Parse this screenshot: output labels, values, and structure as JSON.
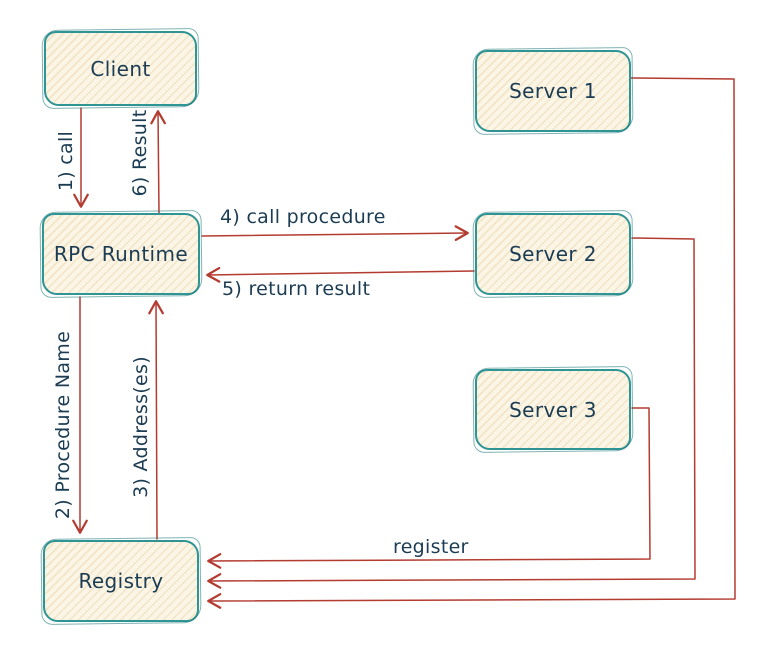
{
  "diagram": {
    "type": "flow-diagram",
    "topic": "RPC call flow between Client, RPC Runtime, Registry and Servers",
    "colors": {
      "background": "#ffffff",
      "node_border": "#2e9494",
      "node_fill": "#fbf5e6",
      "arrow": "#b33b30",
      "label_text": "#1b3c53"
    },
    "nodes": [
      {
        "id": "client",
        "label": "Client"
      },
      {
        "id": "rpc-runtime",
        "label": "RPC Runtime"
      },
      {
        "id": "registry",
        "label": "Registry"
      },
      {
        "id": "server-1",
        "label": "Server 1"
      },
      {
        "id": "server-2",
        "label": "Server 2"
      },
      {
        "id": "server-3",
        "label": "Server 3"
      }
    ],
    "edge_labels": [
      {
        "id": "call",
        "label": "1) call",
        "from": "Client",
        "to": "RPC Runtime"
      },
      {
        "id": "procedure-name",
        "label": "2) Procedure Name",
        "from": "RPC Runtime",
        "to": "Registry"
      },
      {
        "id": "addresses",
        "label": "3) Address(es)",
        "from": "Registry",
        "to": "RPC Runtime"
      },
      {
        "id": "call-procedure",
        "label": "4) call procedure",
        "from": "RPC Runtime",
        "to": "Server 2"
      },
      {
        "id": "return-result",
        "label": "5) return result",
        "from": "Server 2",
        "to": "RPC Runtime"
      },
      {
        "id": "result",
        "label": "6) Result",
        "from": "RPC Runtime",
        "to": "Client"
      },
      {
        "id": "register",
        "label": "register",
        "from": "Server 1 / Server 2 / Server 3",
        "to": "Registry"
      }
    ]
  }
}
